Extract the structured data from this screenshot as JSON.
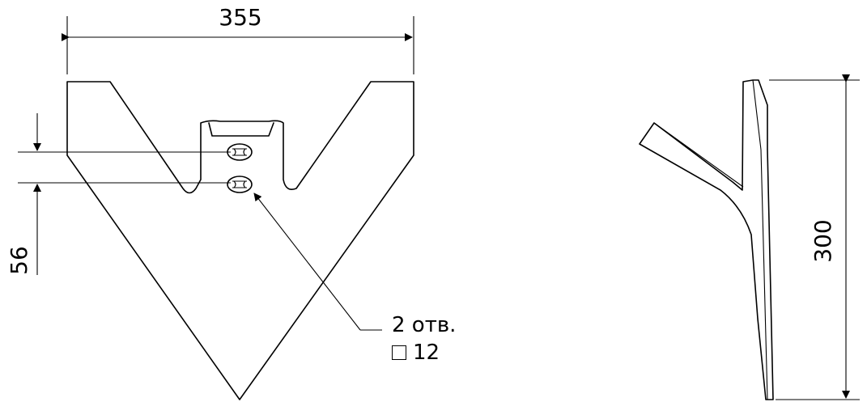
{
  "dimensions": {
    "width": "355",
    "height": "300",
    "hole_spacing": "56"
  },
  "callout": {
    "holes_line": "2 отв.",
    "square_symbol": "square-icon",
    "size": "12"
  },
  "line_color": "#000000",
  "background": "#ffffff"
}
